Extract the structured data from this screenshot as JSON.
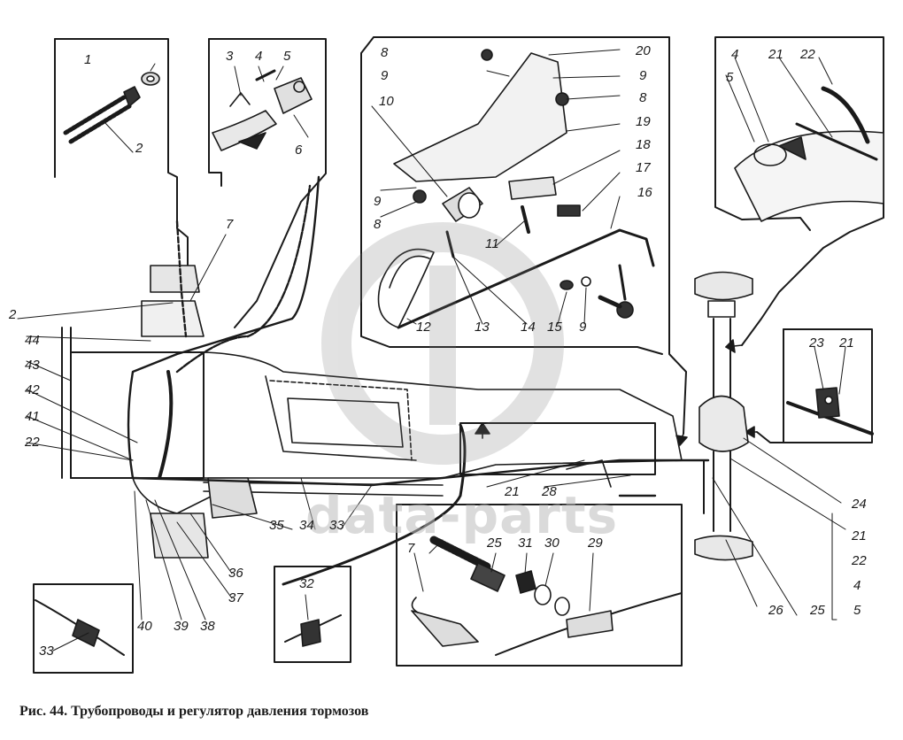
{
  "caption": "Рис. 44. Трубопроводы и регулятор давления тормозов",
  "watermark": {
    "text": "data-parts",
    "logo_icon": "gb-circle-logo-icon"
  },
  "callouts": [
    {
      "id": "c1",
      "text": "1"
    },
    {
      "id": "c2",
      "text": "2"
    },
    {
      "id": "c3",
      "text": "3"
    },
    {
      "id": "c4",
      "text": "4"
    },
    {
      "id": "c5",
      "text": "5"
    },
    {
      "id": "c6",
      "text": "6"
    },
    {
      "id": "c7",
      "text": "7"
    },
    {
      "id": "c2b",
      "text": "2"
    },
    {
      "id": "c44",
      "text": "44"
    },
    {
      "id": "c43",
      "text": "43"
    },
    {
      "id": "c42",
      "text": "42"
    },
    {
      "id": "c41",
      "text": "41"
    },
    {
      "id": "c22",
      "text": "22"
    },
    {
      "id": "c8a",
      "text": "8"
    },
    {
      "id": "c9a",
      "text": "9"
    },
    {
      "id": "c10",
      "text": "10"
    },
    {
      "id": "c9b",
      "text": "9"
    },
    {
      "id": "c8b",
      "text": "8"
    },
    {
      "id": "c20",
      "text": "20"
    },
    {
      "id": "c9c",
      "text": "9"
    },
    {
      "id": "c8c",
      "text": "8"
    },
    {
      "id": "c19",
      "text": "19"
    },
    {
      "id": "c18",
      "text": "18"
    },
    {
      "id": "c17",
      "text": "17"
    },
    {
      "id": "c16",
      "text": "16"
    },
    {
      "id": "c11",
      "text": "11"
    },
    {
      "id": "c12",
      "text": "12"
    },
    {
      "id": "c13",
      "text": "13"
    },
    {
      "id": "c14",
      "text": "14"
    },
    {
      "id": "c15",
      "text": "15"
    },
    {
      "id": "c9d",
      "text": "9"
    },
    {
      "id": "c4r",
      "text": "4"
    },
    {
      "id": "c5r",
      "text": "5"
    },
    {
      "id": "c21r",
      "text": "21"
    },
    {
      "id": "c22r",
      "text": "22"
    },
    {
      "id": "c23",
      "text": "23"
    },
    {
      "id": "c21s",
      "text": "21"
    },
    {
      "id": "c24",
      "text": "24"
    },
    {
      "id": "c21t",
      "text": "21"
    },
    {
      "id": "c22t",
      "text": "22"
    },
    {
      "id": "c4t",
      "text": "4"
    },
    {
      "id": "c5t",
      "text": "5"
    },
    {
      "id": "c25r",
      "text": "25"
    },
    {
      "id": "c26",
      "text": "26"
    },
    {
      "id": "c21m",
      "text": "21"
    },
    {
      "id": "c28",
      "text": "28"
    },
    {
      "id": "c35",
      "text": "35"
    },
    {
      "id": "c34",
      "text": "34"
    },
    {
      "id": "c33",
      "text": "33"
    },
    {
      "id": "c36",
      "text": "36"
    },
    {
      "id": "c37",
      "text": "37"
    },
    {
      "id": "c38",
      "text": "38"
    },
    {
      "id": "c39",
      "text": "39"
    },
    {
      "id": "c40",
      "text": "40"
    },
    {
      "id": "c33b",
      "text": "33"
    },
    {
      "id": "c32",
      "text": "32"
    },
    {
      "id": "c7b",
      "text": "7"
    },
    {
      "id": "c25",
      "text": "25"
    },
    {
      "id": "c31",
      "text": "31"
    },
    {
      "id": "c30",
      "text": "30"
    },
    {
      "id": "c29",
      "text": "29"
    }
  ]
}
